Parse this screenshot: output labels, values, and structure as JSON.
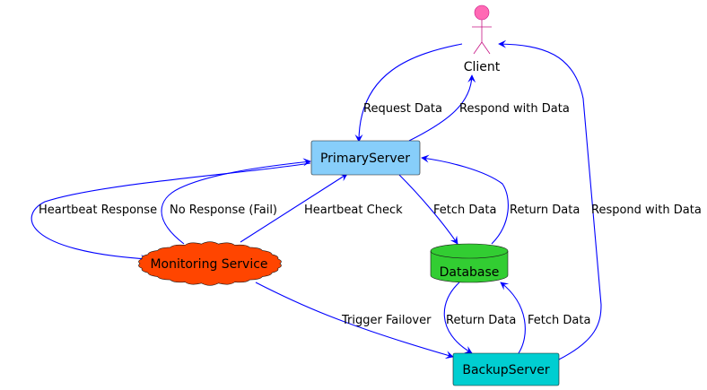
{
  "nodes": {
    "client": {
      "label": "Client",
      "color": "#FF69B4"
    },
    "primary_server": {
      "label": "PrimaryServer",
      "color": "#87CEFA"
    },
    "monitoring_service": {
      "label": "Monitoring Service",
      "color": "#FF4500"
    },
    "database": {
      "label": "Database",
      "color": "#32CD32"
    },
    "backup_server": {
      "label": "BackupServer",
      "color": "#00CED1"
    }
  },
  "edges": {
    "request_data": "Request Data",
    "respond_with_data_primary": "Respond with Data",
    "heartbeat_response": "Heartbeat Response",
    "no_response_fail": "No Response (Fail)",
    "heartbeat_check": "Heartbeat Check",
    "fetch_data_primary": "Fetch Data",
    "return_data_primary": "Return Data",
    "respond_with_data_backup": "Respond with Data",
    "trigger_failover": "Trigger Failover",
    "return_data_backup": "Return Data",
    "fetch_data_backup": "Fetch Data"
  },
  "colors": {
    "edge": "#0000FF",
    "border": "#181818",
    "actor_outline": "#C71585"
  }
}
